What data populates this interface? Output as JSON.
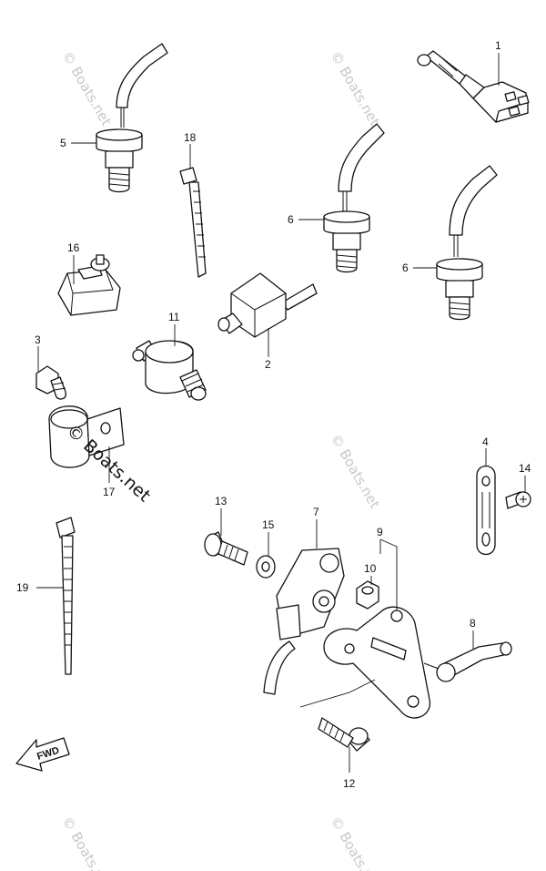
{
  "labels": {
    "p1": "1",
    "p2": "2",
    "p3": "3",
    "p4": "4",
    "p5": "5",
    "p6a": "6",
    "p6b": "6",
    "p7": "7",
    "p8": "8",
    "p9": "9",
    "p10": "10",
    "p11": "11",
    "p12": "12",
    "p13": "13",
    "p14": "14",
    "p15": "15",
    "p16": "16",
    "p17": "17",
    "p18": "18",
    "p19": "19"
  },
  "watermark": {
    "text": "© Boats.net",
    "faint_color": "#c8c8c8",
    "bold_color": "#111111"
  },
  "direction_arrow": {
    "label": "FWD"
  }
}
